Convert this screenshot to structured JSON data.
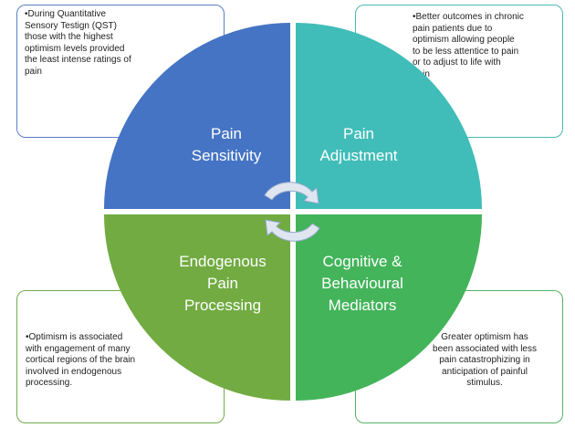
{
  "colors": {
    "q1_fill": "#4574c4",
    "q2_fill": "#40bdb8",
    "q3_fill": "#71ab42",
    "q4_fill": "#43b45a",
    "arrow_fill": "#dfe6f0",
    "arrow_stroke": "#93a9cb"
  },
  "icons": {
    "cycle": "circular-arrows-icon"
  },
  "quadrants": {
    "q1": {
      "lines": [
        "Pain",
        "Sensitivity"
      ]
    },
    "q2": {
      "lines": [
        "Pain",
        "Adjustment"
      ]
    },
    "q3": {
      "lines": [
        "Endogenous",
        "Pain",
        "Processing"
      ]
    },
    "q4": {
      "lines": [
        "Cognitive &",
        "Behavioural",
        "Mediators"
      ]
    }
  },
  "notes": {
    "tl": "•During Quantitative\nSensory Testign (QST)\nthose with the highest\noptimism levels provided\nthe least intense ratings of\npain",
    "tr": "•Better outcomes in chronic\npain patients due to\noptimism allowing people\nto be less attentice to pain\nor to adjust to life with\npain",
    "bl": "•Optimism is associated\nwith engagement of many\ncortical regions of the brain\ninvolved in endogenous\nprocessing.",
    "br": "Greater optimism has\nbeen associated with less\npain catastrophizing in\nanticipation of painful\nstimulus."
  }
}
